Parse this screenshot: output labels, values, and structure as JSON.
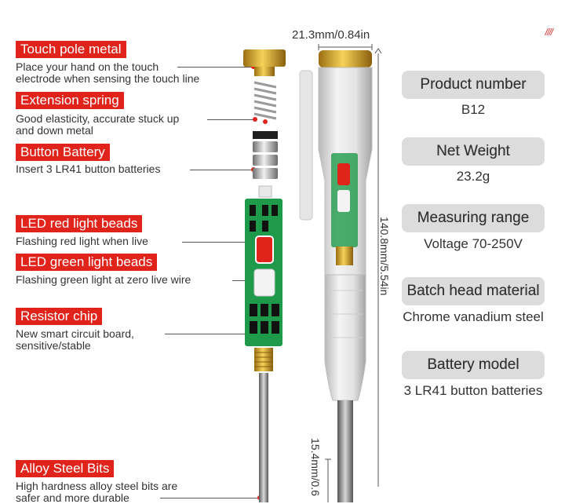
{
  "features": [
    {
      "title": "Touch pole metal",
      "desc": [
        "Place your hand on the touch",
        "electrode when sensing the touch line"
      ]
    },
    {
      "title": "Extension spring",
      "desc": [
        "Good elasticity, accurate stuck up",
        "and down metal"
      ]
    },
    {
      "title": "Button Battery",
      "desc": [
        "Insert 3 LR41 button batteries"
      ]
    },
    {
      "title": "LED red light beads",
      "desc": [
        "Flashing red light when live"
      ]
    },
    {
      "title": "LED green light beads",
      "desc": [
        "Flashing green light at zero live wire"
      ]
    },
    {
      "title": "Resistor chip",
      "desc": [
        "New smart circuit board,",
        "sensitive/stable"
      ]
    },
    {
      "title": "Alloy Steel Bits",
      "desc": [
        "High hardness alloy steel bits are",
        "safer and more durable"
      ]
    }
  ],
  "dimensions": {
    "width": "21.3mm/0.84in",
    "length": "140.8mm/5.54in",
    "tip": "15.4mm/0.6"
  },
  "specs": [
    {
      "label": "Product number",
      "value": "B12"
    },
    {
      "label": "Net Weight",
      "value": "23.2g"
    },
    {
      "label": "Measuring range",
      "value": "Voltage 70-250V"
    },
    {
      "label": "Batch head material",
      "value": "Chrome vanadium steel"
    },
    {
      "label": "Battery model",
      "value": "3 LR41 button batteries"
    }
  ],
  "colors": {
    "accent": "#e0231b",
    "pill": "#dcdcdc",
    "pcb": "#1f9a4a",
    "gold": "#d9a627"
  }
}
